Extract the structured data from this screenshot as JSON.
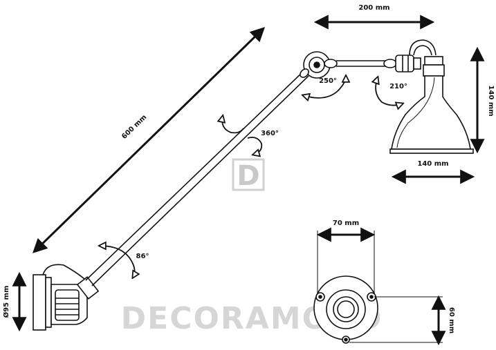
{
  "dimensions": {
    "arm_length": "600 mm",
    "top_width": "200 mm",
    "shade_height": "140 mm",
    "shade_diameter": "140 mm",
    "holes_spacing": "70 mm",
    "base_height": "60 mm",
    "base_diameter": "Ø95 mm"
  },
  "angles": {
    "lower_joint": "86°",
    "arm_rotation": "360°",
    "elbow_joint": "250°",
    "shade_joint": "210°"
  },
  "watermark": {
    "text": "DECORAMOND",
    "logo_letter": "D"
  },
  "colors": {
    "line": "#111111",
    "watermark": "#c9c9c9"
  }
}
